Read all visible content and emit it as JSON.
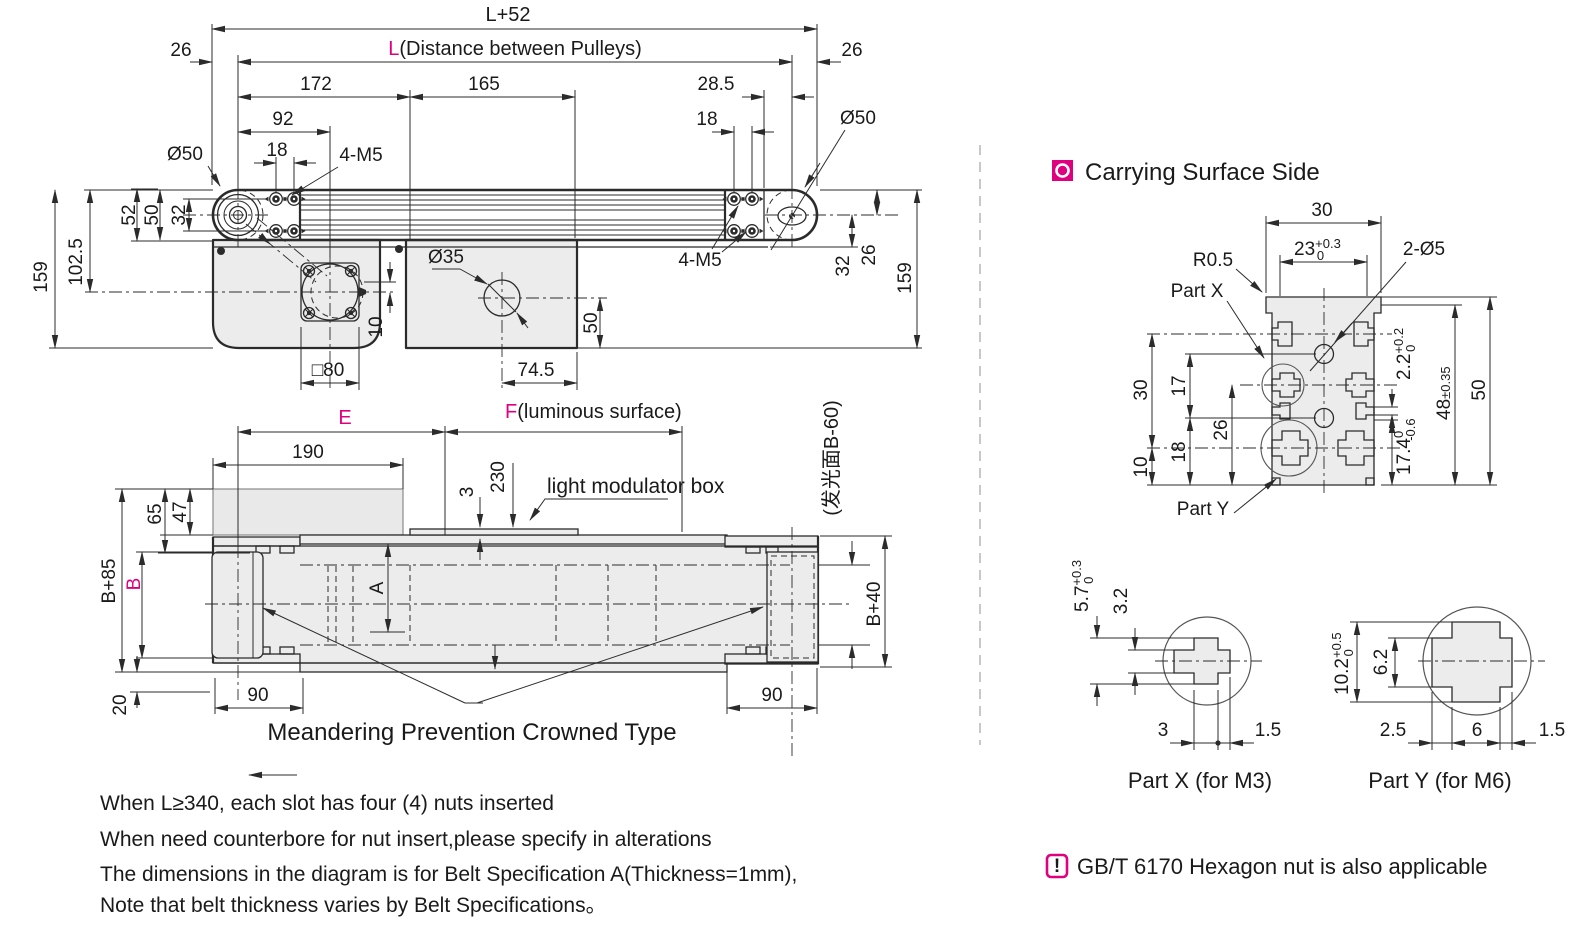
{
  "colors": {
    "accent": "#e0007f",
    "line": "#2b2b2b",
    "fill": "#ececec"
  },
  "top_view": {
    "l_plus_52": "L+52",
    "l": "L",
    "l_desc": "(Distance between Pulleys)",
    "d26l": "26",
    "d26r": "26",
    "d172": "172",
    "d165": "165",
    "d28_5": "28.5",
    "d92": "92",
    "d18l": "18",
    "d18r": "18",
    "dia50l": "Ø50",
    "dia50r": "Ø50",
    "m5l": "4-M5",
    "m5r": "4-M5",
    "d52": "52",
    "d50": "50",
    "d32": "32",
    "d102_5": "102.5",
    "d159l": "159",
    "d32r": "32",
    "d26r2": "26",
    "d159r": "159",
    "dia35": "Ø35",
    "d10": "10",
    "sq80": "□80",
    "d74_5": "74.5",
    "d50b": "50"
  },
  "side_view": {
    "e": "E",
    "f": "F",
    "f_desc": "(luminous surface)",
    "d190": "190",
    "d47": "47",
    "d65": "65",
    "b85": "B+85",
    "b": "B",
    "d20": "20",
    "d90l": "90",
    "d90r": "90",
    "a": "A",
    "d3": "3",
    "d230": "230",
    "light_box": "light modulator box",
    "luminous_cn": "(发光面B-60)",
    "b40": "B+40",
    "caption": "Meandering Prevention Crowned Type"
  },
  "notes": [
    "When L≥340, each slot has four (4) nuts inserted",
    "When need counterbore for nut insert,please specify in alterations",
    "The dimensions in the diagram is for Belt Specification A(Thickness=1mm),",
    "Note that belt thickness varies by Belt Specifications。"
  ],
  "section": {
    "header": "Carrying Surface Side",
    "d30t": "30",
    "d23": "23",
    "d23_up": "+0.3",
    "d23_lo": "0",
    "r05": "R0.5",
    "part_x": "Part X",
    "holes": "2-Ø5",
    "d30": "30",
    "d17": "17",
    "d26": "26",
    "d18": "18",
    "d10": "10",
    "d22": "2.2",
    "d22_up": "+0.2",
    "d22_lo": "0",
    "d48": "48",
    "d48_tol": "±0.35",
    "d174": "17.4",
    "d174_up": "0",
    "d174_lo": "-0.6",
    "d50": "50",
    "part_y": "Part Y"
  },
  "part_x": {
    "d57": "5.7",
    "d57_up": "+0.3",
    "d57_lo": "0",
    "d32": "3.2",
    "d3": "3",
    "d15": "1.5",
    "label": "Part X (for M3)"
  },
  "part_y": {
    "d102": "10.2",
    "d102_up": "+0.5",
    "d102_lo": "0",
    "d62": "6.2",
    "d25": "2.5",
    "d6": "6",
    "d15": "1.5",
    "label": "Part Y (for M6)"
  },
  "footer": {
    "excl": "!",
    "note": "GB/T 6170 Hexagon nut is also applicable"
  }
}
